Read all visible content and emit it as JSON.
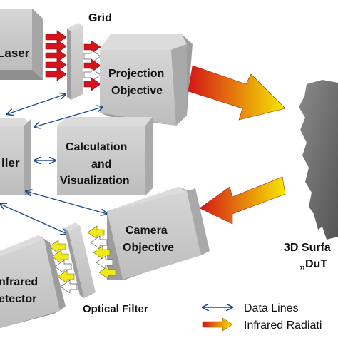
{
  "labels": {
    "laser": "Laser",
    "grid": "Grid",
    "projection_line1": "Projection",
    "projection_line2": "Objective",
    "controller": "ller",
    "calc_line1": "Calculation",
    "calc_line2": "and",
    "calc_line3": "Visualization",
    "camera_line1": "Camera",
    "camera_line2": "Objective",
    "detector_line1": "nfrared",
    "detector_line2": "etector",
    "optical_filter": "Optical Filter",
    "surface_line1": "3D Surfa",
    "surface_line2": "„DuT"
  },
  "legend": {
    "data_lines": "Data Lines",
    "infrared_radiation": "Infrared Radiati"
  },
  "colors": {
    "box_front": "#c9c9c9",
    "box_side": "#9d9d9d",
    "box_top": "#dcdcdc",
    "data_line": "#1f4e8c",
    "laser_arrow": "#d4131a",
    "ir_arrow_start": "#d41616",
    "ir_arrow_end": "#f5e900",
    "filter_arrow": "#f2ea18",
    "surface": "#6f6f6f"
  }
}
